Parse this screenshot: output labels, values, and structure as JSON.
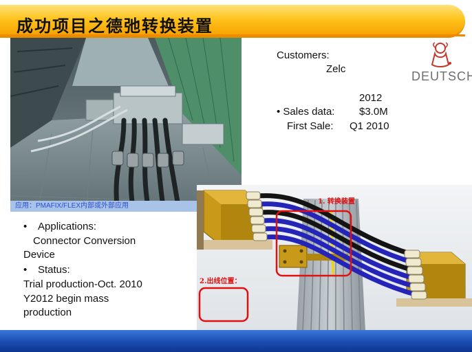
{
  "slide": {
    "title": "成功项目之德弛转换装置",
    "photo_caption": "应用：PMAFIX/FLEX内部或外部应用",
    "customers_label": "Customers:",
    "customer_name": "Zelc",
    "year": "2012",
    "sales_label": "• Sales data:",
    "sales_value": "$3.0M",
    "first_sale_label": "First Sale:",
    "first_sale_value": "Q1  2010",
    "logo_text": "DEUTSCH",
    "bullets": {
      "applications_label": "Applications:",
      "applications_line1": "Connector Conversion",
      "applications_line2": "Device",
      "status_label": "Status:",
      "status_line1": "Trial production-Oct. 2010",
      "status_line2": "Y2012 begin mass",
      "status_line3": "production"
    },
    "cad": {
      "label1": "1. 转换装置",
      "label2": "2.出线位置："
    }
  },
  "colors": {
    "banner_orange": "#ffc21a",
    "bottom_blue": "#1d4fb4",
    "caption_text": "#2a4fd0",
    "annotation_red": "#e01010"
  }
}
